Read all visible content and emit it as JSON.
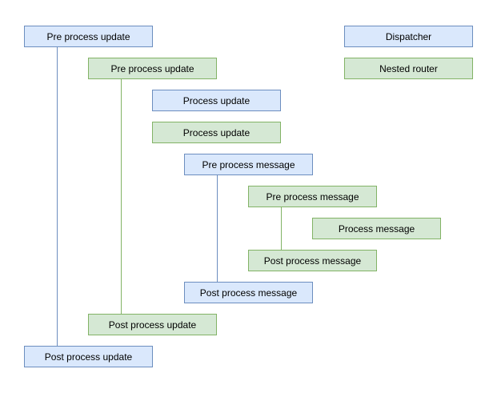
{
  "diagram": {
    "palette": {
      "background": "#ffffff",
      "blue_fill": "#dae8fc",
      "blue_stroke": "#6c8ebf",
      "green_fill": "#d5e8d4",
      "green_stroke": "#82b366",
      "text_color": "#000000"
    },
    "nodes": [
      {
        "label": "Pre process update",
        "type": "blue"
      },
      {
        "label": "Pre process update",
        "type": "green"
      },
      {
        "label": "Process update",
        "type": "blue"
      },
      {
        "label": "Process update",
        "type": "green"
      },
      {
        "label": "Pre process message",
        "type": "blue"
      },
      {
        "label": "Pre process message",
        "type": "green"
      },
      {
        "label": "Process message",
        "type": "green"
      },
      {
        "label": "Post process message",
        "type": "green"
      },
      {
        "label": "Post process message",
        "type": "blue"
      },
      {
        "label": "Post process update",
        "type": "green"
      },
      {
        "label": "Post process update",
        "type": "blue"
      },
      {
        "label": "Dispatcher",
        "type": "blue"
      },
      {
        "label": "Nested router",
        "type": "green"
      }
    ],
    "connectors": [
      {
        "name": "dispatcher-update-lifeline",
        "color": "blue"
      },
      {
        "name": "nested-router-update-lifeline",
        "color": "green"
      },
      {
        "name": "dispatcher-message-lifeline",
        "color": "blue"
      },
      {
        "name": "nested-router-message-lifeline",
        "color": "green"
      }
    ]
  }
}
